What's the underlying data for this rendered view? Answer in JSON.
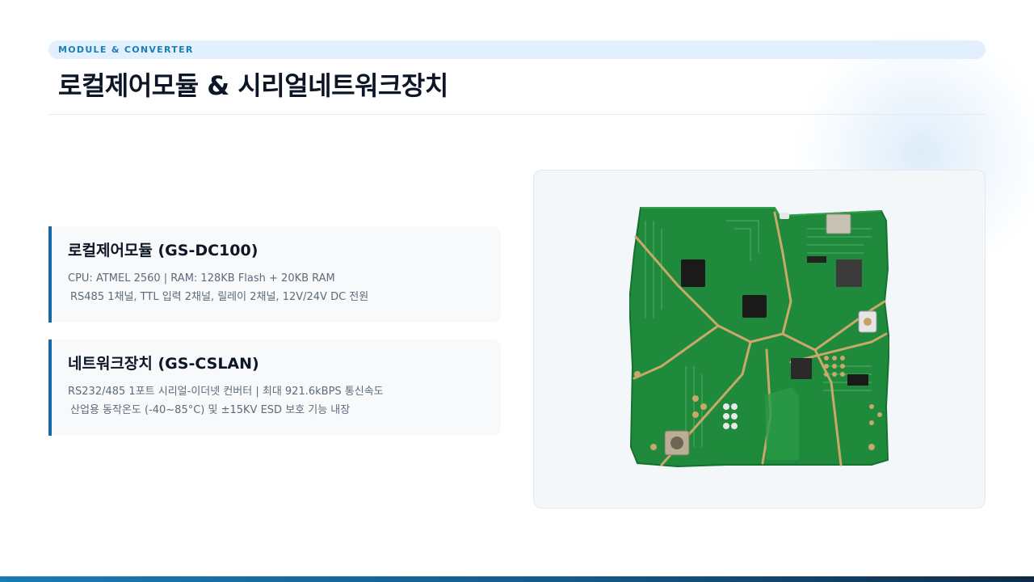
{
  "slide": {
    "eyebrow": "MODULE & CONVERTER",
    "title": "로컬제어모듈 & 시리얼네트워크장치"
  },
  "cards": [
    {
      "title": "로컬제어모듈 (GS-DC100)",
      "line1": "CPU: ATMEL 2560 | RAM: 128KB Flash + 20KB RAM",
      "line2": "RS485 1채널, TTL 입력 2채널, 릴레이 2채널, 12V/24V DC 전원"
    },
    {
      "title": "네트워크장치 (GS-CSLAN)",
      "line1": "RS232/485 1포트 시리얼-이더넷 컨버터 | 최대 921.6kBPS 통신속도",
      "line2": "산업용 동작온도 (-40~85°C) 및 ±15KV ESD 보호 기능 내장"
    }
  ],
  "colors": {
    "accent": "#1769a8",
    "eyebrow_bg": "#e1f0fc",
    "eyebrow_text": "#1a7fb8",
    "pcb_green": "#1f8a3c",
    "trace_gold": "#c9a86a"
  },
  "image": {
    "icon": "circuit-board-image"
  }
}
